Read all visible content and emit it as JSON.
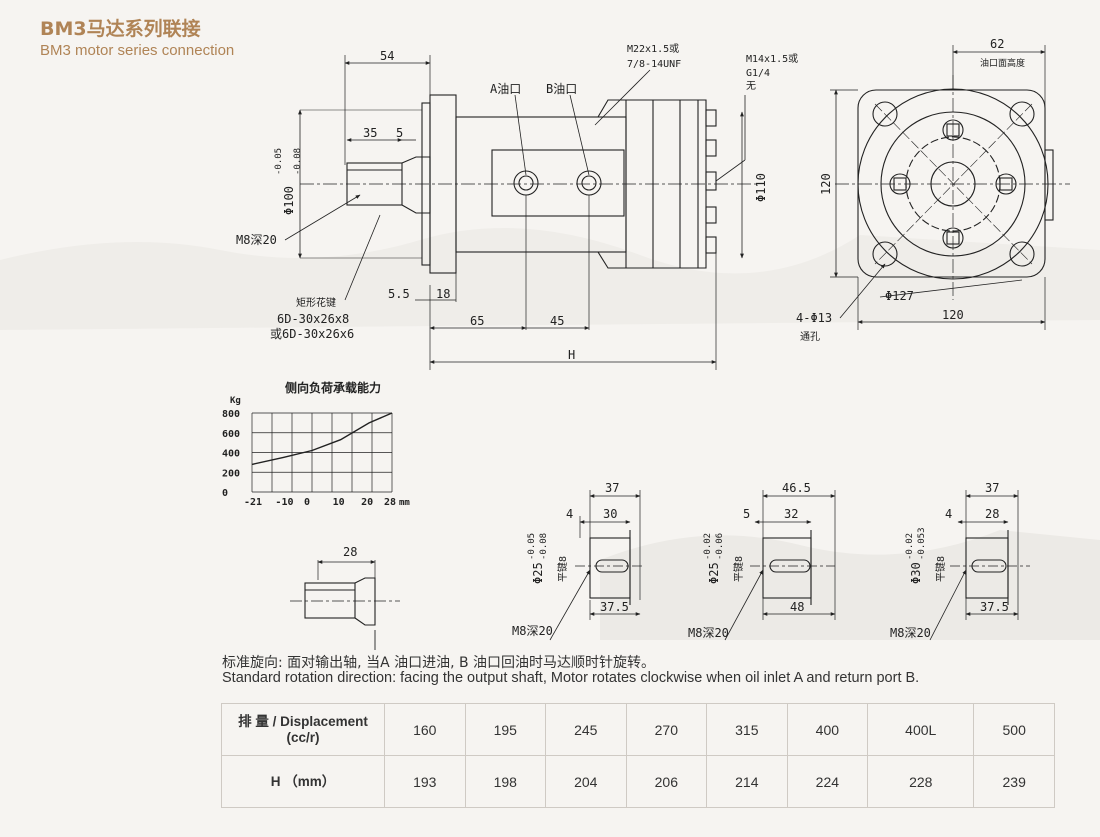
{
  "header": {
    "title_cn": "BM3马达系列联接",
    "title_en": "BM3 motor series connection"
  },
  "drawing": {
    "dims": {
      "d54": "54",
      "d35": "35",
      "d5": "5",
      "d100": "Φ100",
      "d100_tol_top": "-0.05",
      "d100_tol_bot": "-0.08",
      "m8": "M8深20",
      "d5_5": "5.5",
      "d18": "18",
      "d65": "65",
      "d45": "45",
      "dH": "H",
      "spline_title": "矩形花键",
      "spline1": "6D-30x26x8",
      "spline2": "或6D-30x26x6",
      "portA": "A油口",
      "portB": "B油口",
      "m22": "M22x1.5或",
      "unf": "7/8-14UNF",
      "m14": "M14x1.5或",
      "g14": "G1/4",
      "none": "无",
      "d110": "Φ110",
      "d62": "62",
      "flange_height": "油口面高度",
      "d120v": "120",
      "d127": "Φ127",
      "d120h": "120",
      "holes": "4-Φ13",
      "through": "通孔"
    },
    "load_chart": {
      "title": "侧向负荷承载能力",
      "unit_y": "Kg",
      "y_ticks": [
        "800",
        "600",
        "400",
        "200",
        "0"
      ],
      "x_ticks": [
        "-21",
        "-10",
        "0",
        "10",
        "20",
        "28"
      ],
      "unit_x": "mm"
    },
    "shafts": {
      "s1_top": "28",
      "s2_top": "37",
      "s2_a": "4",
      "s2_b": "30",
      "s2_dia": "Φ25",
      "s2_tol_top": "-0.05",
      "s2_tol_bot": "-0.08",
      "s2_key": "平键8",
      "s2_bot": "37.5",
      "s2_m8": "M8深20",
      "s3_top": "46.5",
      "s3_a": "5",
      "s3_b": "32",
      "s3_dia": "Φ25",
      "s3_tol_top": "-0.02",
      "s3_tol_bot": "-0.06",
      "s3_key": "平键8",
      "s3_bot": "48",
      "s3_m8": "M8深20",
      "s4_top": "37",
      "s4_a": "4",
      "s4_b": "28",
      "s4_dia": "Φ30",
      "s4_tol_top": "-0.02",
      "s4_tol_bot": "-0.053",
      "s4_key": "平键8",
      "s4_bot": "37.5",
      "s4_m8": "M8深20"
    }
  },
  "notes": {
    "rotation_cn": "标准旋向: 面对输出轴, 当A 油口进油, B 油口回油时马达顺时针旋转。",
    "rotation_en": "Standard rotation direction: facing the output shaft, Motor rotates clockwise when oil inlet A and return port B."
  },
  "table": {
    "row1_label_a": "排 量 / Displacement",
    "row1_label_b": "(cc/r)",
    "displacement": [
      "160",
      "195",
      "245",
      "270",
      "315",
      "400",
      "400L",
      "500"
    ],
    "row2_label": "H （mm）",
    "H": [
      "193",
      "198",
      "204",
      "206",
      "214",
      "224",
      "228",
      "239"
    ]
  },
  "chart_data": {
    "type": "line",
    "title": "侧向负荷承载能力",
    "xlabel": "mm",
    "ylabel": "Kg",
    "x_ticks": [
      -21,
      -10,
      0,
      10,
      20,
      28
    ],
    "ylim": [
      0,
      800
    ],
    "series": [
      {
        "x": [
          -21,
          -10,
          0,
          10,
          20,
          28
        ],
        "y": [
          280,
          350,
          420,
          530,
          700,
          800
        ]
      }
    ]
  }
}
